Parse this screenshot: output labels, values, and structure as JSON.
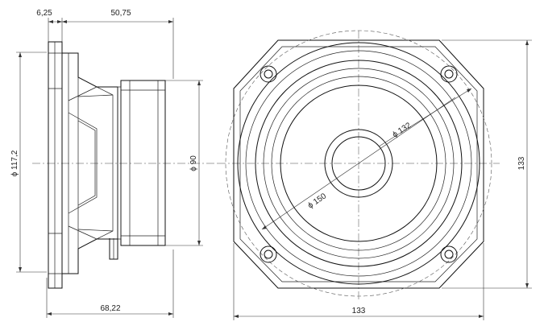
{
  "side_view": {
    "dim_top_left": "6,25",
    "dim_top_right": "50,75",
    "dim_bottom": "68,22",
    "dim_frame_diameter": "ϕ 117,2",
    "dim_magnet_diameter": "ϕ 90"
  },
  "front_view": {
    "dim_inner_diameter": "ϕ 132",
    "dim_outer_diameter": "ϕ 150",
    "dim_width": "133",
    "dim_height": "133"
  }
}
